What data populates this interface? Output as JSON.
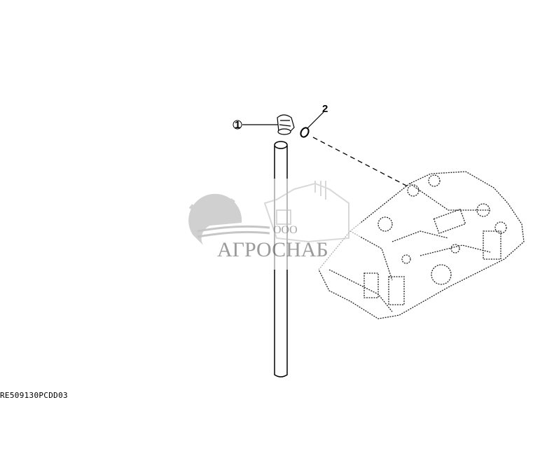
{
  "callouts": [
    {
      "label": "1"
    },
    {
      "label": "2"
    }
  ],
  "figure_code": "RE509130PCDD03",
  "watermark": {
    "prefix": "ООО",
    "name": "АГРОСНАБ"
  }
}
